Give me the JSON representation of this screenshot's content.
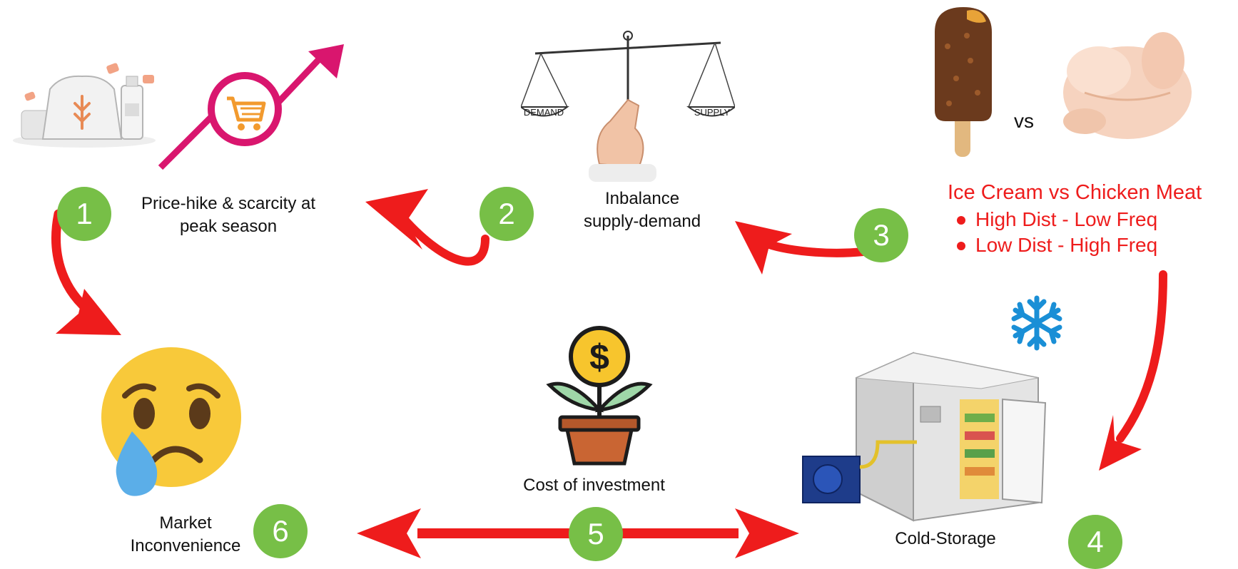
{
  "steps": [
    {
      "number": "1",
      "label": "Price-hike & scarcity at peak season"
    },
    {
      "number": "2",
      "label_line1": "Inbalance",
      "label_line2": "supply-demand"
    },
    {
      "number": "3",
      "heading": "Ice Cream vs Chicken Meat",
      "bullets": [
        "High Dist - Low Freq",
        "Low Dist - High Freq"
      ],
      "vs_text": "vs"
    },
    {
      "number": "4",
      "label": "Cold-Storage"
    },
    {
      "number": "5",
      "label": "Cost of investment"
    },
    {
      "number": "6",
      "label_line1": "Market",
      "label_line2": "Inconvenience"
    }
  ],
  "scale_labels": {
    "left": "DEMAND",
    "right": "SUPPLY"
  },
  "colors": {
    "badge": "#77bf47",
    "arrow": "#ee1c1c",
    "accent_text": "#ee1c1c",
    "trend": "#d9166e",
    "snowflake": "#1a8fd6"
  },
  "icons": [
    "groceries-icon",
    "trend-cart-icon",
    "balance-scale-icon",
    "ice-cream-icon",
    "chicken-icon",
    "snowflake-icon",
    "cold-storage-icon",
    "money-plant-icon",
    "sad-face-icon"
  ]
}
